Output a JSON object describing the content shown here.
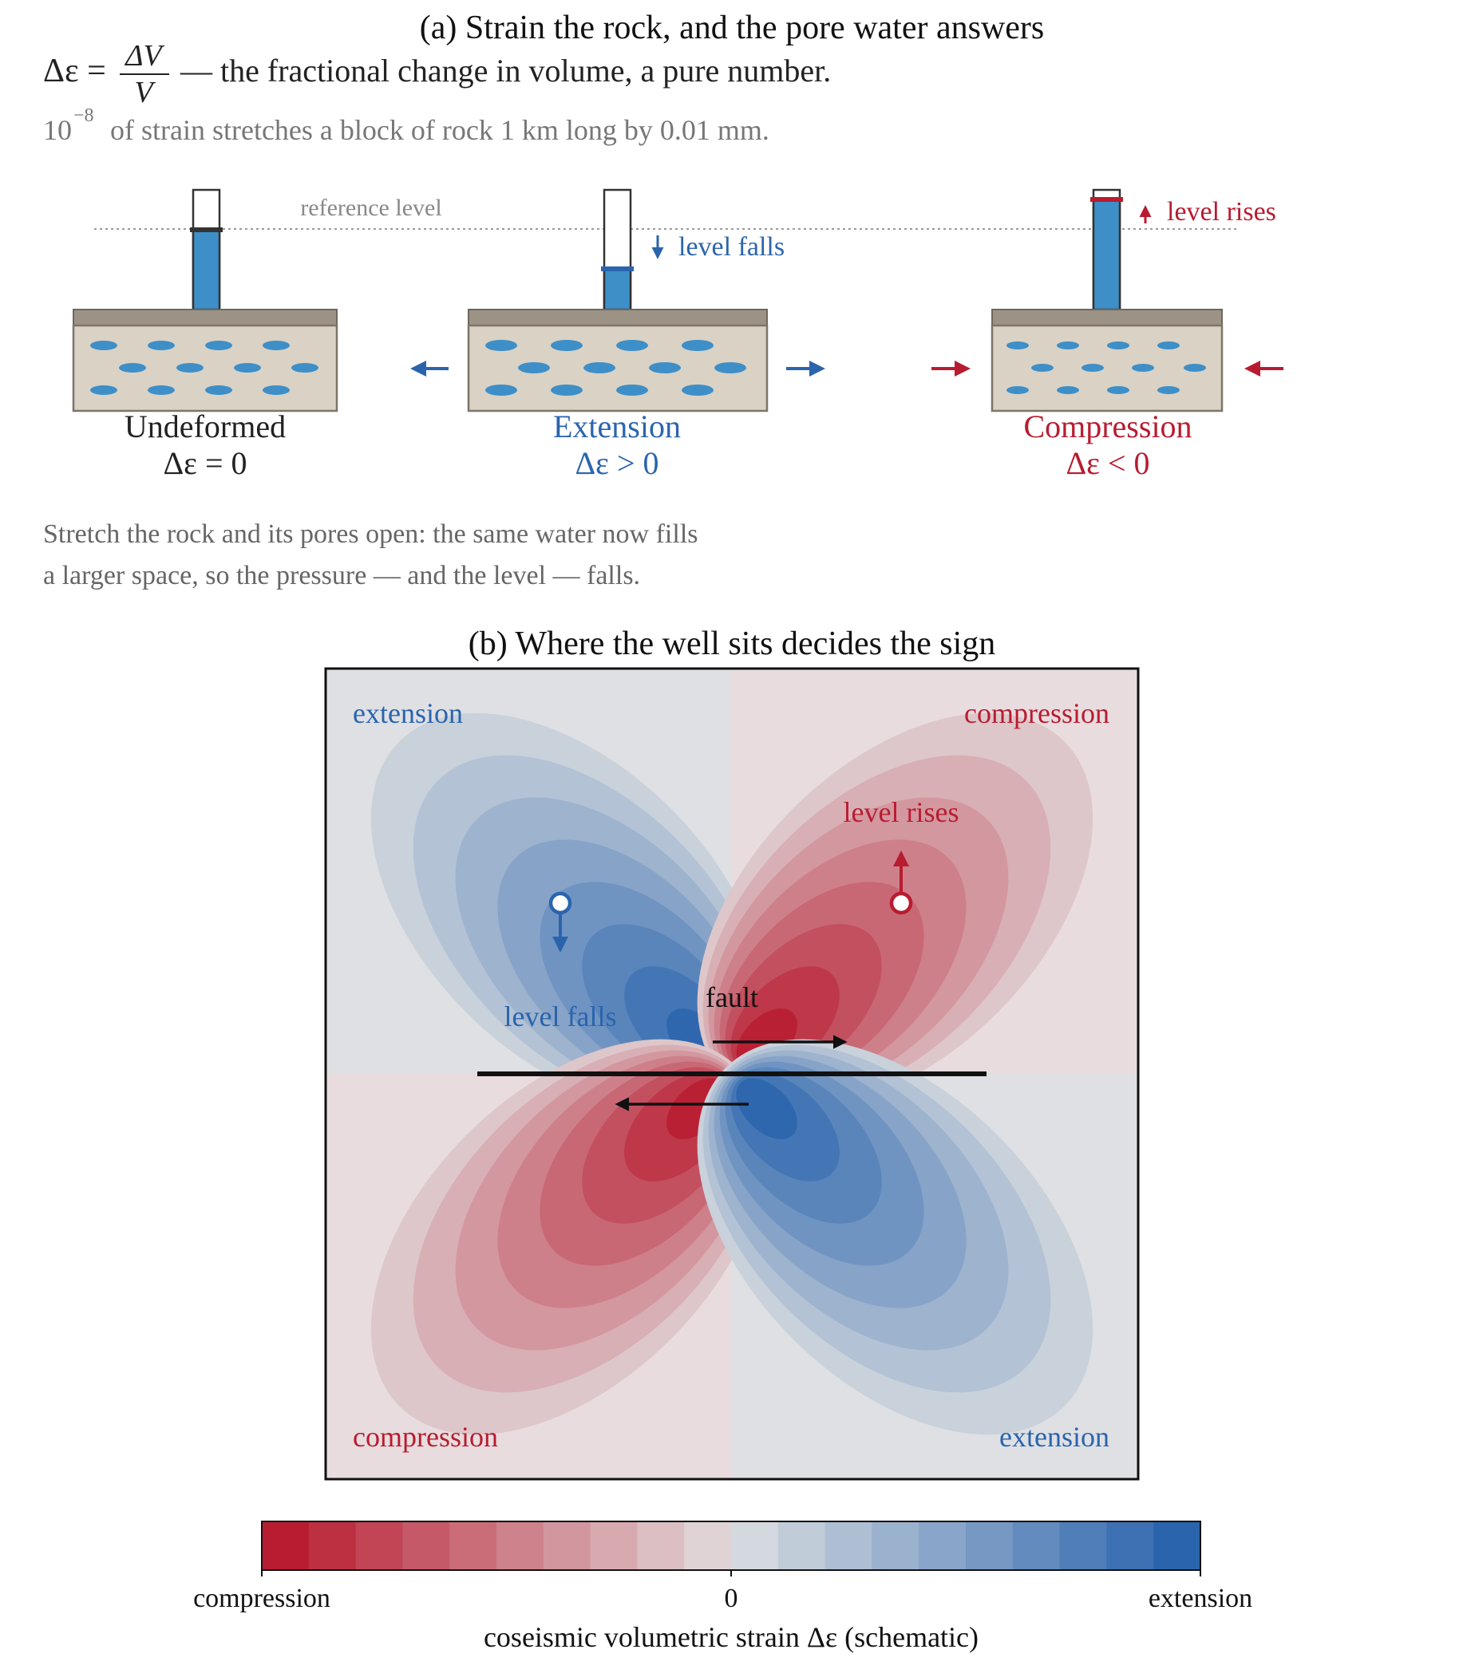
{
  "panel_a": {
    "title": "(a) Strain the rock, and the pore water answers",
    "formula_lhs": "Δε =",
    "formula_num": "ΔV",
    "formula_den": "V",
    "formula_tail": "— the fractional change in volume, a pure number.",
    "scale_base": "10",
    "scale_exp": "−8",
    "scale_text": "of strain stretches a block of rock 1 km long by 0.01 mm.",
    "reference_label": "reference level",
    "level_falls_label": "level falls",
    "level_rises_label": "level rises",
    "states": [
      {
        "name": "Undeformed",
        "sign": "Δε = 0"
      },
      {
        "name": "Extension",
        "sign": "Δε > 0"
      },
      {
        "name": "Compression",
        "sign": "Δε < 0"
      }
    ],
    "caption_line1": "Stretch the rock and its pores open: the same water now fills",
    "caption_line2": "a larger space, so the pressure — and the level — falls."
  },
  "panel_b": {
    "title": "(b) Where the well sits decides the sign",
    "q_top_left": "extension",
    "q_top_right": "compression",
    "q_bottom_left": "compression",
    "q_bottom_right": "extension",
    "fault_label": "fault",
    "well_rises_label": "level rises",
    "well_falls_label": "level falls"
  },
  "colorbar": {
    "left_label": "compression",
    "center_label": "0",
    "right_label": "extension",
    "axis_label": "coseismic volumetric strain Δε  (schematic)"
  },
  "colors": {
    "extension": "#2a64ad",
    "compression": "#b81c30",
    "water": "#3e8fc8",
    "rock": "#d9d2c5",
    "cap": "#9c9386",
    "neutral": "#e3e3e3"
  }
}
